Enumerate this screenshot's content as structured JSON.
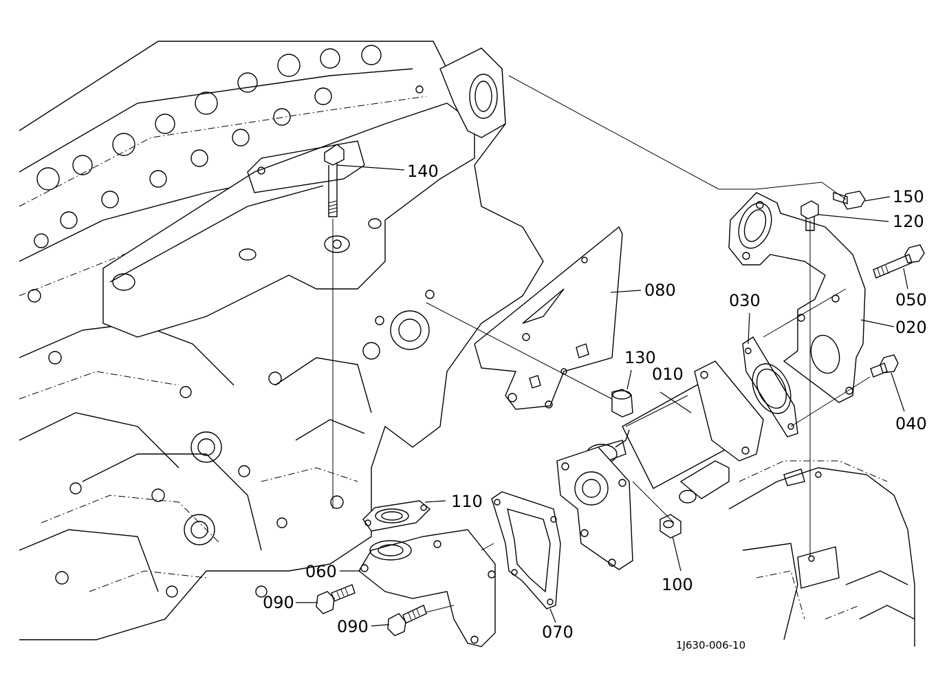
{
  "drawing": {
    "code": "1J630-006-10",
    "labels": {
      "p010": "010",
      "p020": "020",
      "p030": "030",
      "p040": "040",
      "p050": "050",
      "p060": "060",
      "p070": "070",
      "p080": "080",
      "p090a": "090",
      "p090b": "090",
      "p100": "100",
      "p110": "110",
      "p120": "120",
      "p130": "130",
      "p140": "140",
      "p150": "150"
    }
  }
}
